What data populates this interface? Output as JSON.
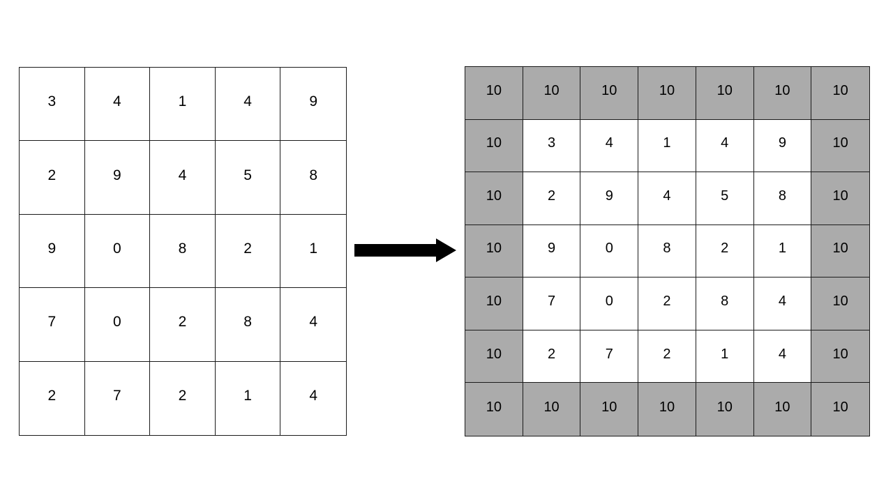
{
  "diagram": {
    "description_of_left": "input-matrix-5x5",
    "left_grid": {
      "rows": [
        [
          3,
          4,
          1,
          4,
          9
        ],
        [
          2,
          9,
          4,
          5,
          8
        ],
        [
          9,
          0,
          8,
          2,
          1
        ],
        [
          7,
          0,
          2,
          8,
          4
        ],
        [
          2,
          7,
          2,
          1,
          4
        ]
      ]
    },
    "right_grid": {
      "pad_value": 10,
      "rows": [
        [
          10,
          10,
          10,
          10,
          10,
          10,
          10
        ],
        [
          10,
          3,
          4,
          1,
          4,
          9,
          10
        ],
        [
          10,
          2,
          9,
          4,
          5,
          8,
          10
        ],
        [
          10,
          9,
          0,
          8,
          2,
          1,
          10
        ],
        [
          10,
          7,
          0,
          2,
          8,
          4,
          10
        ],
        [
          10,
          2,
          7,
          2,
          1,
          4,
          10
        ],
        [
          10,
          10,
          10,
          10,
          10,
          10,
          10
        ]
      ]
    },
    "icons": {
      "arrow": "right-arrow"
    },
    "colors": {
      "pad_cell_bg": "#ababab",
      "cell_bg": "#ffffff",
      "grid_line": "#1a1a1a",
      "arrow": "#000000",
      "text": "#000000",
      "background": "#ffffff"
    }
  }
}
